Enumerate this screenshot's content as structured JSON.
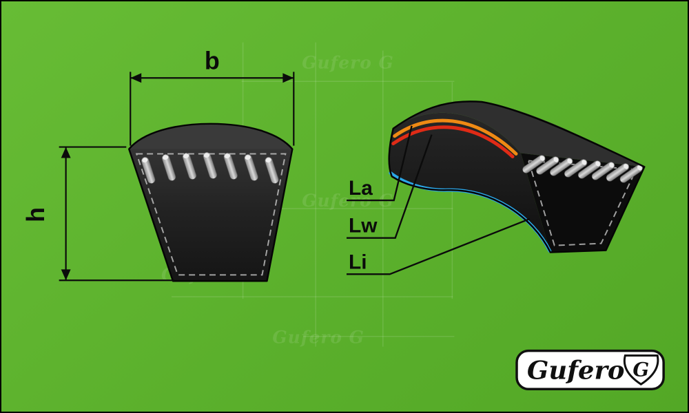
{
  "canvas": {
    "background_color": "#5cb22d",
    "border_color": "#000000"
  },
  "cross_section": {
    "width_label": "b",
    "height_label": "h"
  },
  "belt_view": {
    "layers": {
      "la": {
        "label": "La",
        "color": "#ef8a14"
      },
      "lw": {
        "label": "Lw",
        "color": "#e02b16"
      },
      "li": {
        "label": "Li",
        "color": "#2ba7e9"
      }
    }
  },
  "logo": {
    "brand": "Gufero",
    "monogram": "G"
  },
  "watermark": {
    "text": "Gufero G"
  }
}
